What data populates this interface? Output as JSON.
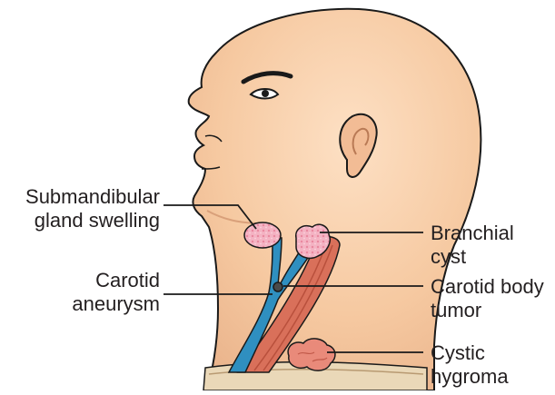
{
  "labels": {
    "submandibular": [
      "Submandibular",
      "gland swelling"
    ],
    "carotid_aneurysm": [
      "Carotid",
      "aneurysm"
    ],
    "branchial_cyst": [
      "Branchial",
      "cyst"
    ],
    "carotid_body": [
      "Carotid body",
      "tumor"
    ],
    "cystic_hygroma": [
      "Cystic",
      "hygroma"
    ]
  },
  "colors": {
    "skin": "#f6cba3",
    "skin_shadow": "#e8ad84",
    "outline": "#1a1a1a",
    "artery": "#2f8fc0",
    "muscle": "#d9705a",
    "gland": "#f3b6c4"
  }
}
